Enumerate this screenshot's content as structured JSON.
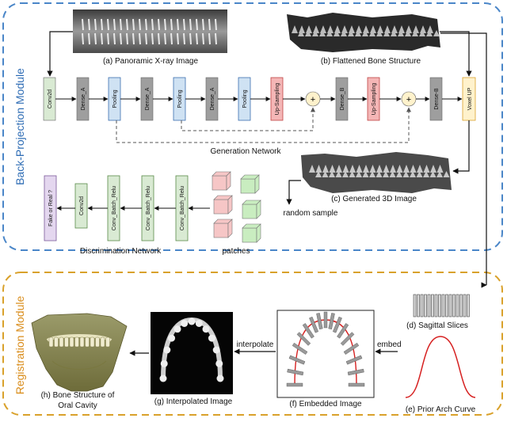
{
  "modules": {
    "back_projection": "Back-Projection Module",
    "registration": "Registration Module"
  },
  "captions": {
    "panoramic": "(a) Panoramic X-ray Image",
    "flattened": "(b) Flattened Bone Structure",
    "generated": "(c) Generated 3D Image",
    "sagittal": "(d) Sagittal Slices",
    "prior_arch": "(e) Prior Arch Curve",
    "embedded": "(f) Embedded Image",
    "interpolated": "(g) Interpolated Image",
    "bone_oral_l1": "(h) Bone Structure of",
    "bone_oral_l2": "Oral Cavity"
  },
  "network_labels": {
    "generation": "Generation Network",
    "discrimination": "Discrimination Network",
    "random_sample": "random sample",
    "patches": "patches",
    "interpolate": "interpolate",
    "embed": "embed"
  },
  "generator_blocks": {
    "conv2d": "Conv2d",
    "dense_a1": "Dense_A",
    "pool1": "Pooling",
    "dense_a2": "Dense_A",
    "pool2": "Pooling",
    "dense_a3": "Dense_A",
    "pool3": "Pooling",
    "upsample1": "Up-Sampling",
    "plus1": "+",
    "dense_b1": "Dense_B",
    "upsample2": "Up-Sampling",
    "plus2": "+",
    "dense_b2": "Dense-B",
    "voxel_up": "Voxel UP"
  },
  "discriminator_blocks": {
    "fake_real": "Fake or Real ?",
    "conv2d": "Conv2d",
    "cbr1": "Conv_Batch_Relu",
    "cbr2": "Conv_Batch_Relu",
    "cbr3": "Conv_Batch_Relu"
  },
  "colors": {
    "back_projection_border": "#4a86c8",
    "registration_border": "#d9a12b",
    "conv_fill": "#d9ead3",
    "dense_fill": "#9e9e9e",
    "pool_fill": "#cfe2f3",
    "upsample_fill": "#f4b6b6",
    "voxel_fill": "#fff2cc",
    "fake_fill": "#e4d7ef",
    "plus_fill": "#fff2cc",
    "patch_pink": "#f6c6c6",
    "patch_green": "#c9edc0",
    "arch_curve": "#d62020"
  }
}
